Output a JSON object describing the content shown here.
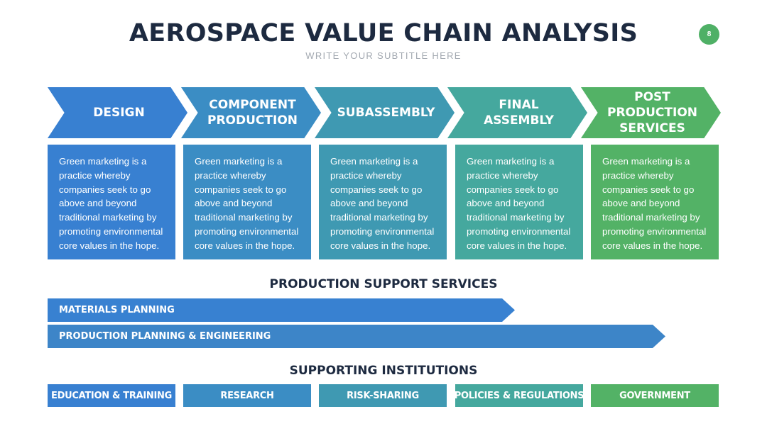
{
  "header": {
    "title": "AEROSPACE VALUE CHAIN ANALYSIS",
    "subtitle": "WRITE YOUR SUBTITLE HERE",
    "page_number": "8"
  },
  "colors": {
    "blue": "#3880d1",
    "steel_blue": "#3b8dc4",
    "teal_blue": "#3f99b2",
    "teal": "#45a89e",
    "green": "#53b266",
    "dark_text": "#1d2a40"
  },
  "stages": [
    {
      "label": "DESIGN",
      "description": "Green marketing is a practice whereby companies seek to go above and beyond traditional marketing by promoting environmental core values in the hope.",
      "color": "#3880d1"
    },
    {
      "label": "COMPONENT\nPRODUCTION",
      "description": "Green marketing is a practice whereby companies seek to go above and beyond traditional marketing by promoting environmental core values in the hope.",
      "color": "#3b8dc4"
    },
    {
      "label": "SUBASSEMBLY",
      "description": "Green marketing is a practice whereby companies seek to go above and beyond traditional marketing by promoting environmental core values in the hope.",
      "color": "#3f99b2"
    },
    {
      "label": "FINAL\nASSEMBLY",
      "description": "Green marketing is a practice whereby companies seek to go above and beyond traditional marketing by promoting environmental core values in the hope.",
      "color": "#45a89e"
    },
    {
      "label": "POST\nPRODUCTION\nSERVICES",
      "description": "Green marketing is a practice whereby companies seek to go above and beyond traditional marketing by promoting environmental core values in the hope.",
      "color": "#53b266"
    }
  ],
  "support": {
    "title": "PRODUCTION SUPPORT SERVICES",
    "items": [
      {
        "label": "MATERIALS PLANNING"
      },
      {
        "label": "PRODUCTION PLANNING & ENGINEERING"
      }
    ]
  },
  "institutions": {
    "title": "SUPPORTING INSTITUTIONS",
    "items": [
      {
        "label": "EDUCATION & TRAINING",
        "color": "#3880d1"
      },
      {
        "label": "RESEARCH",
        "color": "#3b8dc4"
      },
      {
        "label": "RISK-SHARING",
        "color": "#3f99b2"
      },
      {
        "label": "POLICIES & REGULATIONS",
        "color": "#45a89e"
      },
      {
        "label": "GOVERNMENT",
        "color": "#53b266"
      }
    ]
  }
}
